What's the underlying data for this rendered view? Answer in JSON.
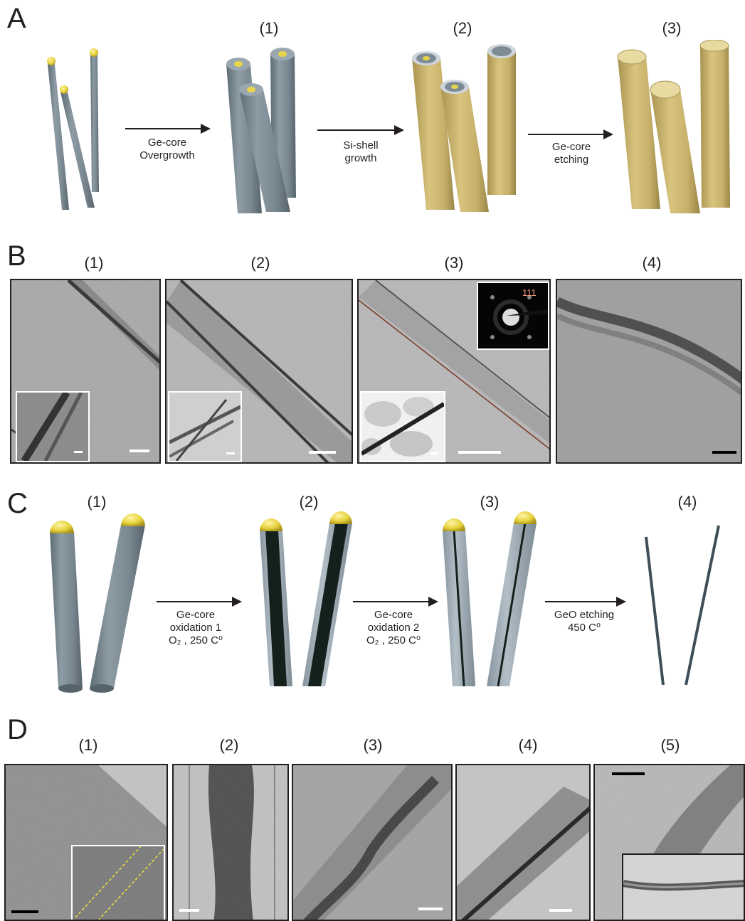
{
  "panels": {
    "A": {
      "letter": "A",
      "steps": [
        "(1)",
        "(2)",
        "(3)"
      ],
      "arrows": [
        {
          "line1": "Ge-core",
          "line2": "Overgrowth"
        },
        {
          "line1": "Si-shell",
          "line2": "growth"
        },
        {
          "line1": "Ge-core",
          "line2": "etching"
        }
      ]
    },
    "B": {
      "letter": "B",
      "steps": [
        "(1)",
        "(2)",
        "(3)",
        "(4)"
      ],
      "saed_label": "111"
    },
    "C": {
      "letter": "C",
      "steps": [
        "(1)",
        "(2)",
        "(3)",
        "(4)"
      ],
      "arrows": [
        {
          "line1": "Ge-core",
          "line2": "oxidation 1",
          "line3": "O₂ , 250 C⁰"
        },
        {
          "line1": "Ge-core",
          "line2": "oxidation 2",
          "line3": "O₂ , 250 C⁰"
        },
        {
          "line1": "GeO etching",
          "line2": "450 C⁰",
          "line3": ""
        }
      ]
    },
    "D": {
      "letter": "D",
      "steps": [
        "(1)",
        "(2)",
        "(3)",
        "(4)",
        "(5)"
      ]
    }
  },
  "colors": {
    "grey_nanowire": "#7b8a94",
    "gold_shell": "#cdb86e",
    "gold_tip": "#e8d64a",
    "dark_core": "#14201c"
  }
}
